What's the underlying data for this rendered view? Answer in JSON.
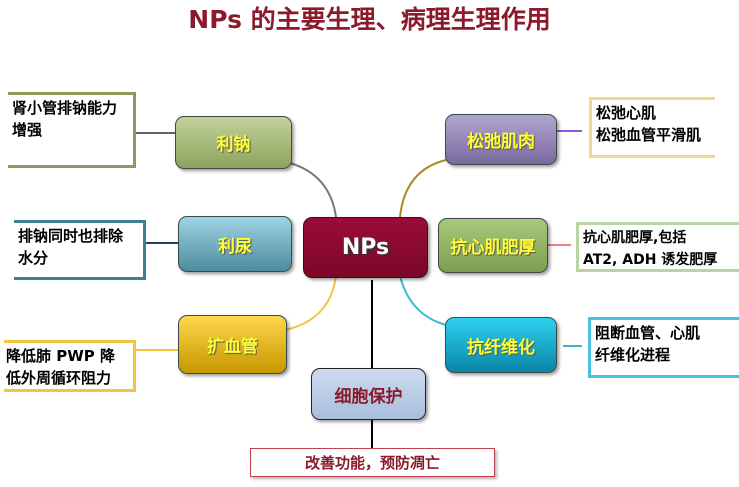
{
  "title": "NPs 的主要生理、病理生理作用",
  "center": "NPs",
  "left": [
    {
      "label": "利钠",
      "note": [
        "肾小管排钠能力",
        "增强"
      ]
    },
    {
      "label": "利尿",
      "note": [
        "排钠同时也排除",
        "水分"
      ]
    },
    {
      "label": "扩血管",
      "note": [
        "降低肺 PWP 降",
        "低外周循环阻力"
      ]
    }
  ],
  "right": [
    {
      "label": "松弛肌肉",
      "note": [
        "松弛心肌",
        "松弛血管平滑肌"
      ]
    },
    {
      "label": "抗心肌肥厚",
      "note": [
        "抗心肌肥厚,包括",
        "AT2, ADH 诱发肥厚"
      ]
    },
    {
      "label": "抗纤维化",
      "note": [
        "阻断血管、心肌",
        "纤维化进程"
      ]
    }
  ],
  "bottom": {
    "label": "细胞保护",
    "note": "改善功能，预防凋亡"
  }
}
